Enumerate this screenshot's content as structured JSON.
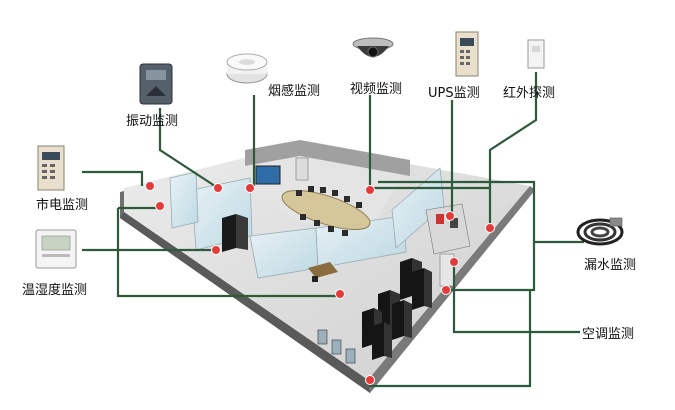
{
  "labels": {
    "vibration": "振动监测",
    "smoke": "烟感监测",
    "video": "视频监测",
    "ups": "UPS监测",
    "infrared": "红外探测",
    "mains": "市电监测",
    "temp_humidity": "温湿度监测",
    "water_leak": "漏水监测",
    "air_conditioning": "空调监测"
  },
  "colors": {
    "line": "#2d5a3a",
    "sensor_dot": "#e53a3a",
    "floor": "#d9d9d9",
    "wall": "#6d6d6d",
    "glass": "#cfe6ef",
    "rack": "#1c1c1c"
  },
  "icons": {
    "vibration": "vibration-sensor-icon",
    "smoke": "smoke-detector-icon",
    "video": "dome-camera-icon",
    "ups": "ups-monitor-icon",
    "infrared": "infrared-detector-icon",
    "mains": "power-meter-icon",
    "temp_humidity": "thermo-hygrometer-icon",
    "water_leak": "water-leak-cable-icon"
  }
}
